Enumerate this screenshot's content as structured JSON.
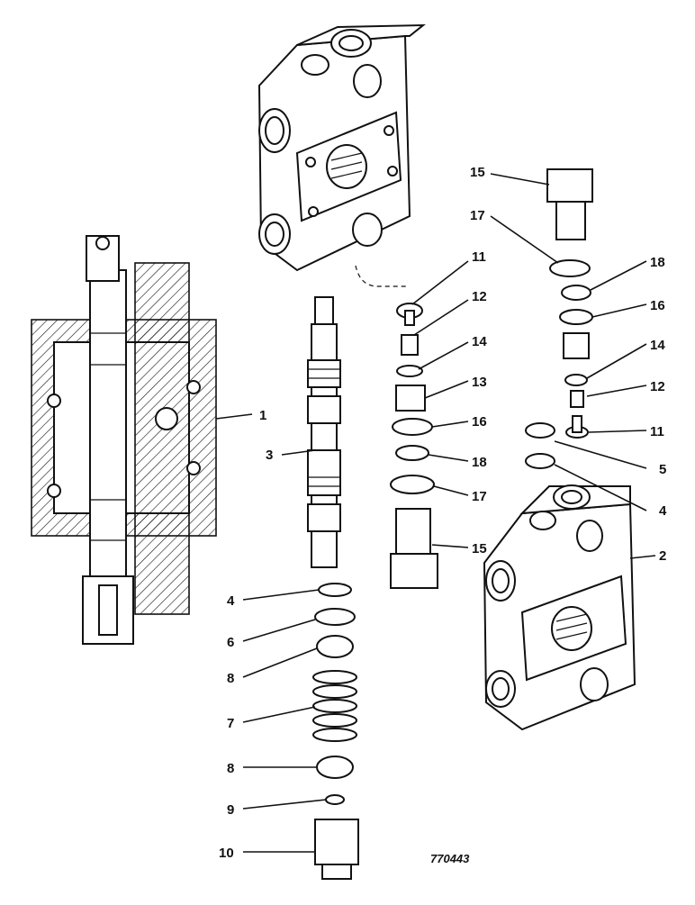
{
  "figure_code": "770443",
  "callouts": [
    {
      "id": "c1",
      "text": "1"
    },
    {
      "id": "c2",
      "text": "2"
    },
    {
      "id": "c3",
      "text": "3"
    },
    {
      "id": "c4a",
      "text": "4"
    },
    {
      "id": "c4b",
      "text": "4"
    },
    {
      "id": "c5",
      "text": "5"
    },
    {
      "id": "c6",
      "text": "6"
    },
    {
      "id": "c7",
      "text": "7"
    },
    {
      "id": "c8a",
      "text": "8"
    },
    {
      "id": "c8b",
      "text": "8"
    },
    {
      "id": "c9",
      "text": "9"
    },
    {
      "id": "c10",
      "text": "10"
    },
    {
      "id": "c11a",
      "text": "11"
    },
    {
      "id": "c11b",
      "text": "11"
    },
    {
      "id": "c12a",
      "text": "12"
    },
    {
      "id": "c12b",
      "text": "12"
    },
    {
      "id": "c13",
      "text": "13"
    },
    {
      "id": "c14a",
      "text": "14"
    },
    {
      "id": "c14b",
      "text": "14"
    },
    {
      "id": "c15a",
      "text": "15"
    },
    {
      "id": "c15b",
      "text": "15"
    },
    {
      "id": "c16a",
      "text": "16"
    },
    {
      "id": "c16b",
      "text": "16"
    },
    {
      "id": "c17a",
      "text": "17"
    },
    {
      "id": "c17b",
      "text": "17"
    },
    {
      "id": "c18a",
      "text": "18"
    },
    {
      "id": "c18b",
      "text": "18"
    }
  ]
}
